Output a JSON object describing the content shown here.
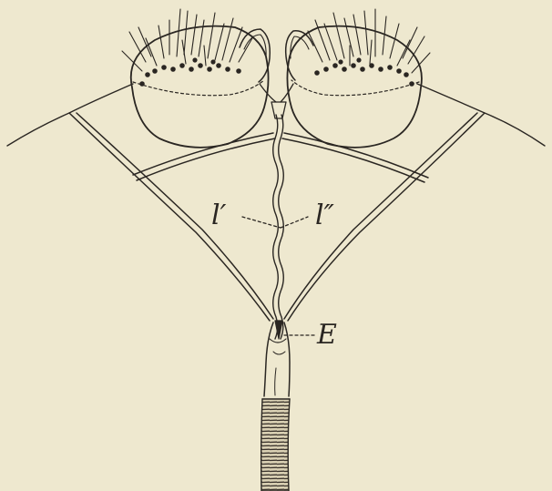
{
  "labels": {
    "l_prime": "l′",
    "l_double_prime": "l″",
    "e": "E"
  },
  "colors": {
    "paper": "#eee8cf",
    "ink": "#2a2622"
  }
}
